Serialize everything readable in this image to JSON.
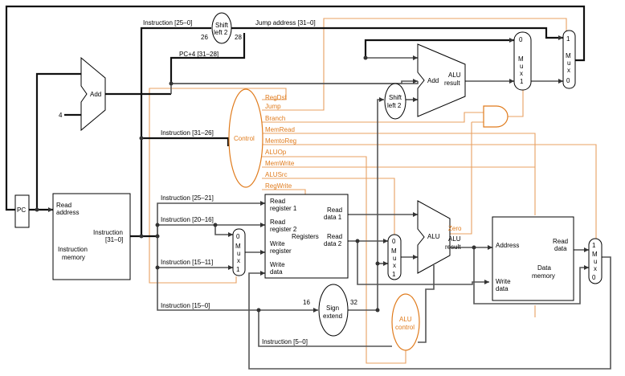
{
  "instruction_fields": {
    "i25_0": "Instruction [25–0]",
    "i31_26": "Instruction [31–26]",
    "i25_21": "Instruction [25–21]",
    "i20_16": "Instruction [20–16]",
    "i15_11": "Instruction [15–11]",
    "i15_0": "Instruction [15–0]",
    "i5_0": "Instruction [5–0]"
  },
  "jump": {
    "address_label": "Jump address [31–0]",
    "pc4_label": "PC+4 [31–28]",
    "shift_in": "26",
    "shift_out": "28"
  },
  "pc": {
    "label": "PC"
  },
  "instruction_memory": {
    "read_address": [
      "Read",
      "address"
    ],
    "instruction_out": [
      "Instruction",
      "[31–0]"
    ],
    "name": [
      "Instruction",
      "memory"
    ]
  },
  "adders": {
    "add": "Add",
    "four": "4",
    "add2": "Add",
    "add2_result": [
      "ALU",
      "result"
    ]
  },
  "shift_left_2": [
    "Shift",
    "left 2"
  ],
  "control": {
    "name": "Control",
    "signals": [
      "RegDst",
      "Jump",
      "Branch",
      "MemRead",
      "MemtoReg",
      "ALUOp",
      "MemWrite",
      "ALUSrc",
      "RegWrite"
    ]
  },
  "registers": {
    "name": "Registers",
    "read_reg1": [
      "Read",
      "register 1"
    ],
    "read_reg2": [
      "Read",
      "register 2"
    ],
    "write_reg": [
      "Write",
      "register"
    ],
    "write_data": [
      "Write",
      "data"
    ],
    "read_data1": [
      "Read",
      "data 1"
    ],
    "read_data2": [
      "Read",
      "data 2"
    ]
  },
  "sign_extend": {
    "name": [
      "Sign",
      "extend"
    ],
    "in_bits": "16",
    "out_bits": "32"
  },
  "alu": {
    "name": "ALU",
    "zero": "Zero",
    "result": [
      "ALU",
      "result"
    ]
  },
  "alu_control": [
    "ALU",
    "control"
  ],
  "data_memory": {
    "address": "Address",
    "write_data": [
      "Write",
      "data"
    ],
    "read_data": [
      "Read",
      "data"
    ],
    "name": [
      "Data",
      "memory"
    ]
  },
  "mux": {
    "letters": [
      "M",
      "u",
      "x"
    ],
    "zero": "0",
    "one": "1"
  },
  "colors": {
    "control": "#e07b1c",
    "control_wire": "#e8a060",
    "datapath": "#555555"
  }
}
